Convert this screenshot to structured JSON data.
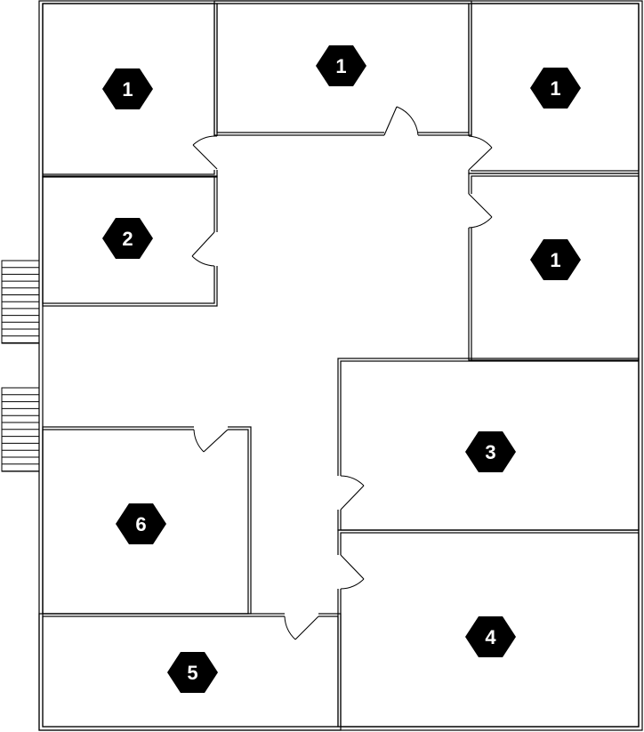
{
  "floor_plan": {
    "rooms": [
      {
        "id": "room-top-left",
        "label": "1"
      },
      {
        "id": "room-top-center",
        "label": "1"
      },
      {
        "id": "room-top-right",
        "label": "1"
      },
      {
        "id": "room-mid-left",
        "label": "2"
      },
      {
        "id": "room-right",
        "label": "1"
      },
      {
        "id": "room-east-upper",
        "label": "3"
      },
      {
        "id": "room-south-left",
        "label": "6"
      },
      {
        "id": "room-south-bottom",
        "label": "5"
      },
      {
        "id": "room-east-lower",
        "label": "4"
      }
    ],
    "colors": {
      "wall": "#000000",
      "fill": "#ffffff",
      "marker": "#000000",
      "marker_text": "#ffffff"
    },
    "stairs": [
      "stair-upper",
      "stair-lower"
    ]
  }
}
